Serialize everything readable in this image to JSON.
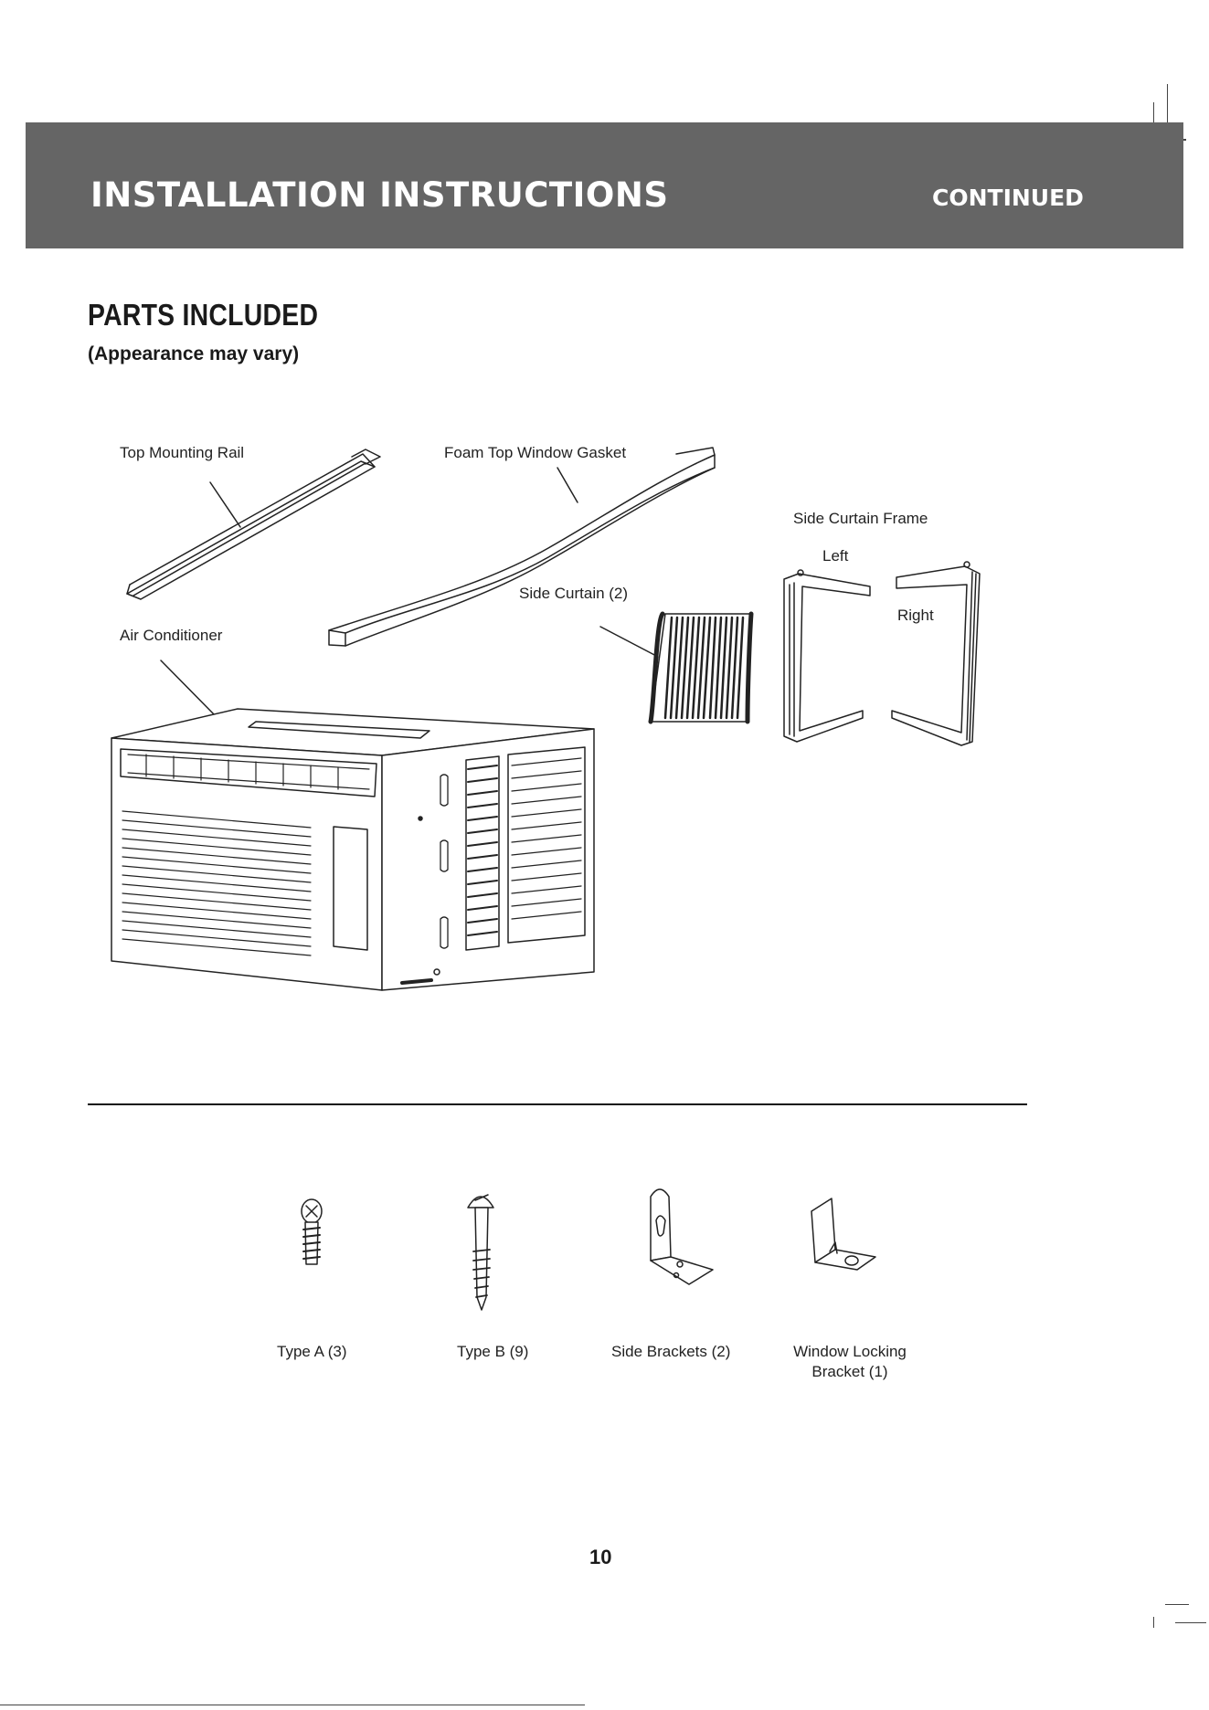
{
  "header": {
    "title": "INSTALLATION INSTRUCTIONS",
    "continued": "CONTINUED"
  },
  "section": {
    "title": "PARTS INCLUDED",
    "subtitle": "(Appearance may vary)"
  },
  "parts": {
    "top_mounting_rail": "Top Mounting Rail",
    "foam_gasket": "Foam Top Window Gasket",
    "side_curtain_frame": "Side Curtain Frame",
    "frame_left": "Left",
    "frame_right": "Right",
    "side_curtain": "Side Curtain (2)",
    "air_conditioner": "Air Conditioner"
  },
  "hardware": {
    "type_a": "Type A (3)",
    "type_b": "Type B (9)",
    "side_brackets": "Side Brackets (2)",
    "window_locking_line1": "Window Locking",
    "window_locking_line2": "Bracket (1)"
  },
  "footer": {
    "page_number": "10"
  },
  "colors": {
    "banner": "#656565",
    "text": "#1a1a1a"
  }
}
